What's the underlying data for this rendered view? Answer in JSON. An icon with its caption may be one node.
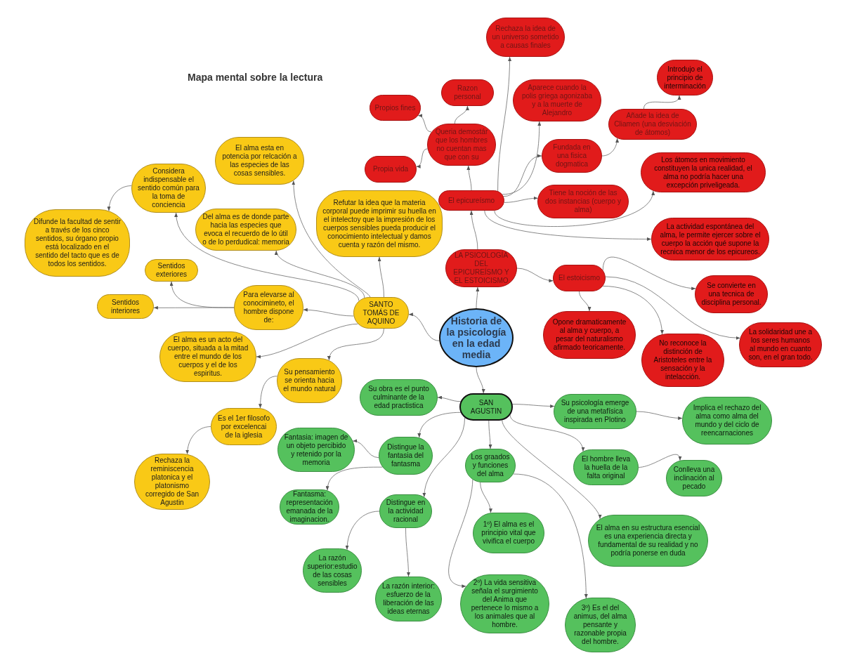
{
  "diagram": {
    "title": "Mapa mental sobre la lectura",
    "nodes": [
      {
        "text": [
          "Historia de la psicología en la edad media"
        ]
      },
      {
        "text": [
          "SANTO TOMÁS DE AQUINO"
        ]
      },
      {
        "text": [
          "El alma esta en potencia por relcación a las especies de las cosas sensibles."
        ]
      },
      {
        "text": [
          "Considera indispensable el sentido común para la toma de conciencia"
        ]
      },
      {
        "text": [
          "Difunde la facultad de sentir a través de los cinco sentidos, su órgano propio está localizado en el sentido del tacto que es de todos los sentidos."
        ]
      },
      {
        "text": [
          "Del alma es de donde parte hacia las especies que evoca el recuerdo de lo útil o de lo perdudical: memoria"
        ]
      },
      {
        "text": [
          "Refutar la idea que la materia corporal puede imprimir su huella en el intelectoy que la impresión de los cuerpos sensibles pueda producir el conocimiento intelectual y damos cuenta y razón del mismo."
        ]
      },
      {
        "text": [
          "Sentidos exteriores"
        ]
      },
      {
        "text": [
          "Para elevarse al conocimineto, el hombre dispone de:"
        ]
      },
      {
        "text": [
          "Sentidos interiores"
        ]
      },
      {
        "text": [
          "El alma es un acto del cuerpo, situada a la mitad entre el mundo de los cuerpos y el de los espiritus."
        ]
      },
      {
        "text": [
          "Su pensamiento se orienta hacia el mundo natural"
        ]
      },
      {
        "text": [
          "Es el 1er filosofo por excelencai de la iglesia"
        ]
      },
      {
        "text": [
          "Rechaza la reminiscencia platonica y el platonismo corregido de San Agustin"
        ]
      },
      {
        "text": [
          "LA PSICOLOGÍA DEL EPICUREÍSMO Y EL ESTOICISMO"
        ]
      },
      {
        "text": [
          "El epicureísmo"
        ]
      },
      {
        "text": [
          "Queria demostár que los hombres no cuentan mas que con su"
        ]
      },
      {
        "text": [
          "Propios fines"
        ]
      },
      {
        "text": [
          "Razon personal"
        ]
      },
      {
        "text": [
          "Propia vida"
        ]
      },
      {
        "text": [
          "Rechaza la idea de un universo sometido a causas finales"
        ]
      },
      {
        "text": [
          "Aparece cuando la polis griega agonizaba y a la muerte de Alejandro"
        ]
      },
      {
        "text": [
          "Fundada en una fisica dogmatica"
        ]
      },
      {
        "text": [
          "Añade la idea de Cliamen (una desviación de átomos)"
        ]
      },
      {
        "text": [
          "Introdujo el principio de interminación"
        ]
      },
      {
        "text": [
          "Tiene la noción de las dos instancias (cuerpo y alma)"
        ]
      },
      {
        "text": [
          "Los átomos en movimiento constituyen la unica realidad, el alma no podría hacer una excepción priveligeada."
        ]
      },
      {
        "text": [
          "La actividad espontánea del alma, le permite ejercer sobre el cuerpo la acción qué supone la recnica menor de los epicureos."
        ]
      },
      {
        "text": [
          "El estoicismo"
        ]
      },
      {
        "text": [
          "Opone dramaticamente al alma y cuerpo, a pesar del naturalismo afirmado teoricamente."
        ]
      },
      {
        "text": [
          "Se convierte en una tecnica de disciplina personal."
        ]
      },
      {
        "text": [
          "No reconoce la distinción de Aristoteles entre la sensación y la intelacción."
        ]
      },
      {
        "text": [
          "La solidaridad une a los seres humanos al mundo en cuanto son, en el gran todo."
        ]
      },
      {
        "text": [
          "SAN AGUSTIN"
        ]
      },
      {
        "text": [
          "Su obra es el punto culminante de la edad practistica"
        ]
      },
      {
        "text": [
          "Su psicología emerge de una metafísica inspirada en Plotino"
        ]
      },
      {
        "text": [
          "Implica el rechazo del alma como alma del mundo y del ciclo de reencarnaciones"
        ]
      },
      {
        "text": [
          "Distingue la fantasia del fantasma"
        ]
      },
      {
        "text": [
          "Fantasia: imagen de un objeto percibido y retenido por la memoria"
        ]
      },
      {
        "text": [
          "Fantasma: representación emanada de la imaginacion."
        ]
      },
      {
        "text": [
          "Los graados y funciones del alma"
        ]
      },
      {
        "text": [
          "El hombre lleva la huella de la falta original"
        ]
      },
      {
        "text": [
          "Conlleva una inclinación al pecado"
        ]
      },
      {
        "text": [
          "Distingue en la actividad racional"
        ]
      },
      {
        "text": [
          "El alma en su estructura esencial es una experiencia directa y fundamental de su realidad y no podría ponerse en duda"
        ]
      },
      {
        "text": [
          "1º) El alma es el principio vital que vivifica el cuerpo"
        ]
      },
      {
        "text": [
          "La razón superior:estudio de las cosas sensibles"
        ]
      },
      {
        "text": [
          "La razón interior: esfuerzo de la liberación de las ideas eternas"
        ]
      },
      {
        "text": [
          "2º) La vida sensitiva señala el surgimiento del Anima que pertenece lo mismo a los animales que al hombre."
        ]
      },
      {
        "text": [
          "3º) Es el del animus, del alma pensante y razonable propia del hombre."
        ]
      }
    ],
    "edges": [
      {
        "from": 0,
        "to": 1,
        "arrow": "to"
      },
      {
        "from": 1,
        "to": 2,
        "arrow": "to"
      },
      {
        "from": 1,
        "to": 3,
        "arrow": "to"
      },
      {
        "from": 3,
        "to": 4,
        "arrow": "to"
      },
      {
        "from": 1,
        "to": 5,
        "arrow": "to"
      },
      {
        "from": 1,
        "to": 6,
        "arrow": "to"
      },
      {
        "from": 1,
        "to": 8,
        "arrow": "to"
      },
      {
        "from": 8,
        "to": 7,
        "arrow": "to"
      },
      {
        "from": 8,
        "to": 9,
        "arrow": "to"
      },
      {
        "from": 1,
        "to": 10,
        "arrow": "to"
      },
      {
        "from": 1,
        "to": 11,
        "arrow": "to"
      },
      {
        "from": 11,
        "to": 12,
        "arrow": "to"
      },
      {
        "from": 12,
        "to": 13,
        "arrow": "to"
      },
      {
        "from": 0,
        "to": 14,
        "arrow": "to"
      },
      {
        "from": 14,
        "to": 15,
        "arrow": "to"
      },
      {
        "from": 15,
        "to": 16,
        "arrow": "to"
      },
      {
        "from": 16,
        "to": 17,
        "arrow": "to"
      },
      {
        "from": 16,
        "to": 18,
        "arrow": "to"
      },
      {
        "from": 16,
        "to": 19,
        "arrow": "to"
      },
      {
        "from": 15,
        "to": 20,
        "arrow": "to"
      },
      {
        "from": 15,
        "to": 21,
        "arrow": "to"
      },
      {
        "from": 15,
        "to": 22,
        "arrow": "to"
      },
      {
        "from": 22,
        "to": 23,
        "arrow": "to"
      },
      {
        "from": 23,
        "to": 24,
        "arrow": "to"
      },
      {
        "from": 15,
        "to": 25,
        "arrow": "to"
      },
      {
        "from": 15,
        "to": 26,
        "arrow": "to"
      },
      {
        "from": 15,
        "to": 27,
        "arrow": "to"
      },
      {
        "from": 14,
        "to": 28,
        "arrow": "to"
      },
      {
        "from": 28,
        "to": 29,
        "arrow": "to"
      },
      {
        "from": 28,
        "to": 30,
        "arrow": "to"
      },
      {
        "from": 28,
        "to": 31,
        "arrow": "to"
      },
      {
        "from": 28,
        "to": 32,
        "arrow": "to"
      },
      {
        "from": 0,
        "to": 33,
        "arrow": "to"
      },
      {
        "from": 33,
        "to": 34,
        "arrow": "to"
      },
      {
        "from": 33,
        "to": 35,
        "arrow": "to"
      },
      {
        "from": 35,
        "to": 36,
        "arrow": "to"
      },
      {
        "from": 33,
        "to": 37,
        "arrow": "to"
      },
      {
        "from": 37,
        "to": 38,
        "arrow": "to"
      },
      {
        "from": 37,
        "to": 39,
        "arrow": "to"
      },
      {
        "from": 33,
        "to": 40,
        "arrow": "to"
      },
      {
        "from": 33,
        "to": 41,
        "arrow": "to"
      },
      {
        "from": 41,
        "to": 42,
        "arrow": "to"
      },
      {
        "from": 33,
        "to": 43,
        "arrow": "to"
      },
      {
        "from": 33,
        "to": 44,
        "arrow": "to"
      },
      {
        "from": 40,
        "to": 45,
        "arrow": "to"
      },
      {
        "from": 43,
        "to": 46,
        "arrow": "to"
      },
      {
        "from": 43,
        "to": 47,
        "arrow": "to"
      },
      {
        "from": 40,
        "to": 48,
        "arrow": "to"
      },
      {
        "from": 40,
        "to": 49,
        "arrow": "to"
      }
    ]
  }
}
